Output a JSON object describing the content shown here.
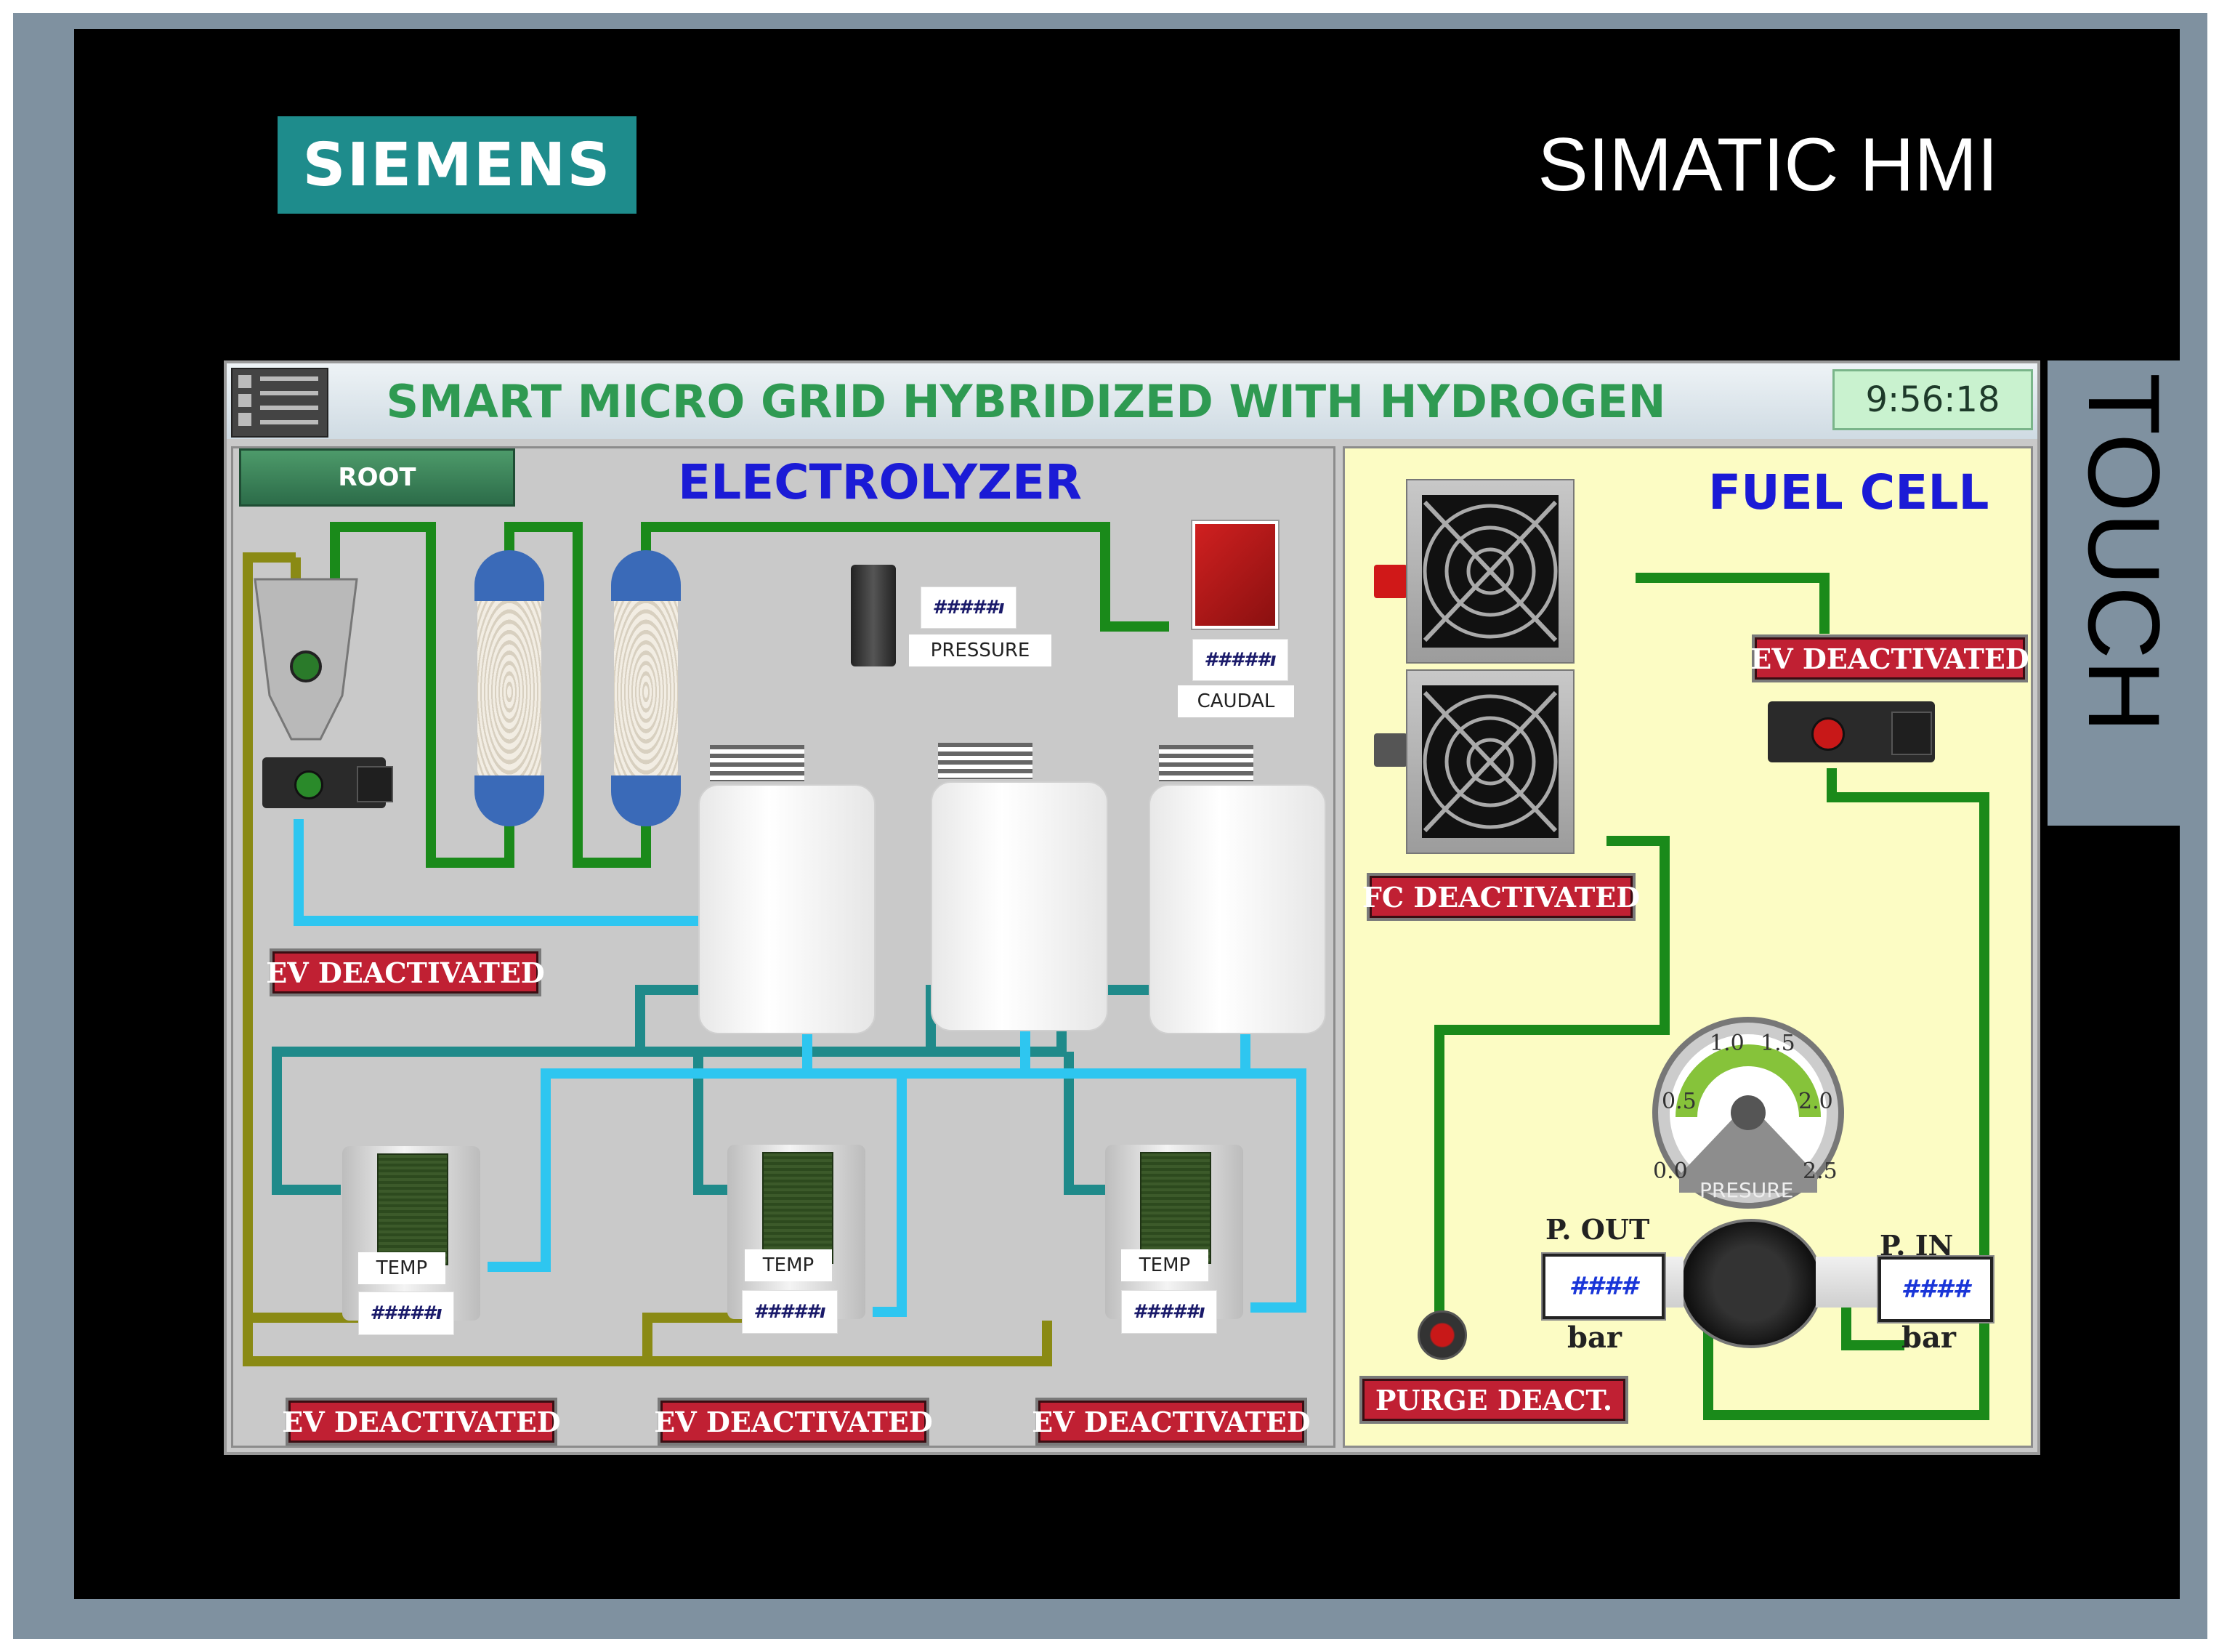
{
  "header": {
    "brand_logo": "SIEMENS",
    "product_name": "SIMATIC HMI",
    "side_label": "TOUCH"
  },
  "screen": {
    "title": "SMART MICRO GRID HYBRIDIZED WITH HYDROGEN",
    "clock": "9:56:18"
  },
  "electrolyzer": {
    "title": "ELECTROLYZER",
    "root_button": "ROOT",
    "pressure_label": "PRESSURE",
    "pressure_value": "#####ı",
    "caudal_label": "CAUDAL",
    "caudal_value": "#####ı",
    "inlet_valve_button": "EV DEACTIVATED",
    "stacks": [
      {
        "temp_label": "TEMP",
        "temp_value": "#####ı",
        "valve_button": "EV DEACTIVATED"
      },
      {
        "temp_label": "TEMP",
        "temp_value": "#####ı",
        "valve_button": "EV DEACTIVATED"
      },
      {
        "temp_label": "TEMP",
        "temp_value": "#####ı",
        "valve_button": "EV DEACTIVATED"
      }
    ]
  },
  "fuel_cell": {
    "title": "FUEL CELL",
    "ev_button": "EV DEACTIVATED",
    "fc_button": "FC DEACTIVATED",
    "purge_button": "PURGE DEACT.",
    "gauge": {
      "label": "PRESURE",
      "ticks": [
        "0.0",
        "0.5",
        "1.0",
        "1.5",
        "2.0",
        "2.5"
      ],
      "value": 0.0
    },
    "p_out": {
      "label": "P. OUT",
      "value": "####",
      "unit": "bar"
    },
    "p_in": {
      "label": "P. IN",
      "value": "####",
      "unit": "bar"
    }
  },
  "colors": {
    "brand": "#1e8c8c",
    "title_green": "#2f9a52",
    "section_blue": "#1b1bd6",
    "button_red": "#c02033",
    "pipe_green": "#1a8a1a",
    "pipe_olive": "#8a8a14",
    "pipe_teal": "#1f8a8a",
    "pipe_cyan": "#2ec6f0",
    "fuel_cell_bg": "#fcfcc4"
  },
  "icons": [
    "fan-icon",
    "solenoid-valve-icon",
    "filter-column-icon",
    "pressure-sensor-icon",
    "flow-meter-icon",
    "pressure-regulator-icon",
    "purge-valve-icon"
  ]
}
